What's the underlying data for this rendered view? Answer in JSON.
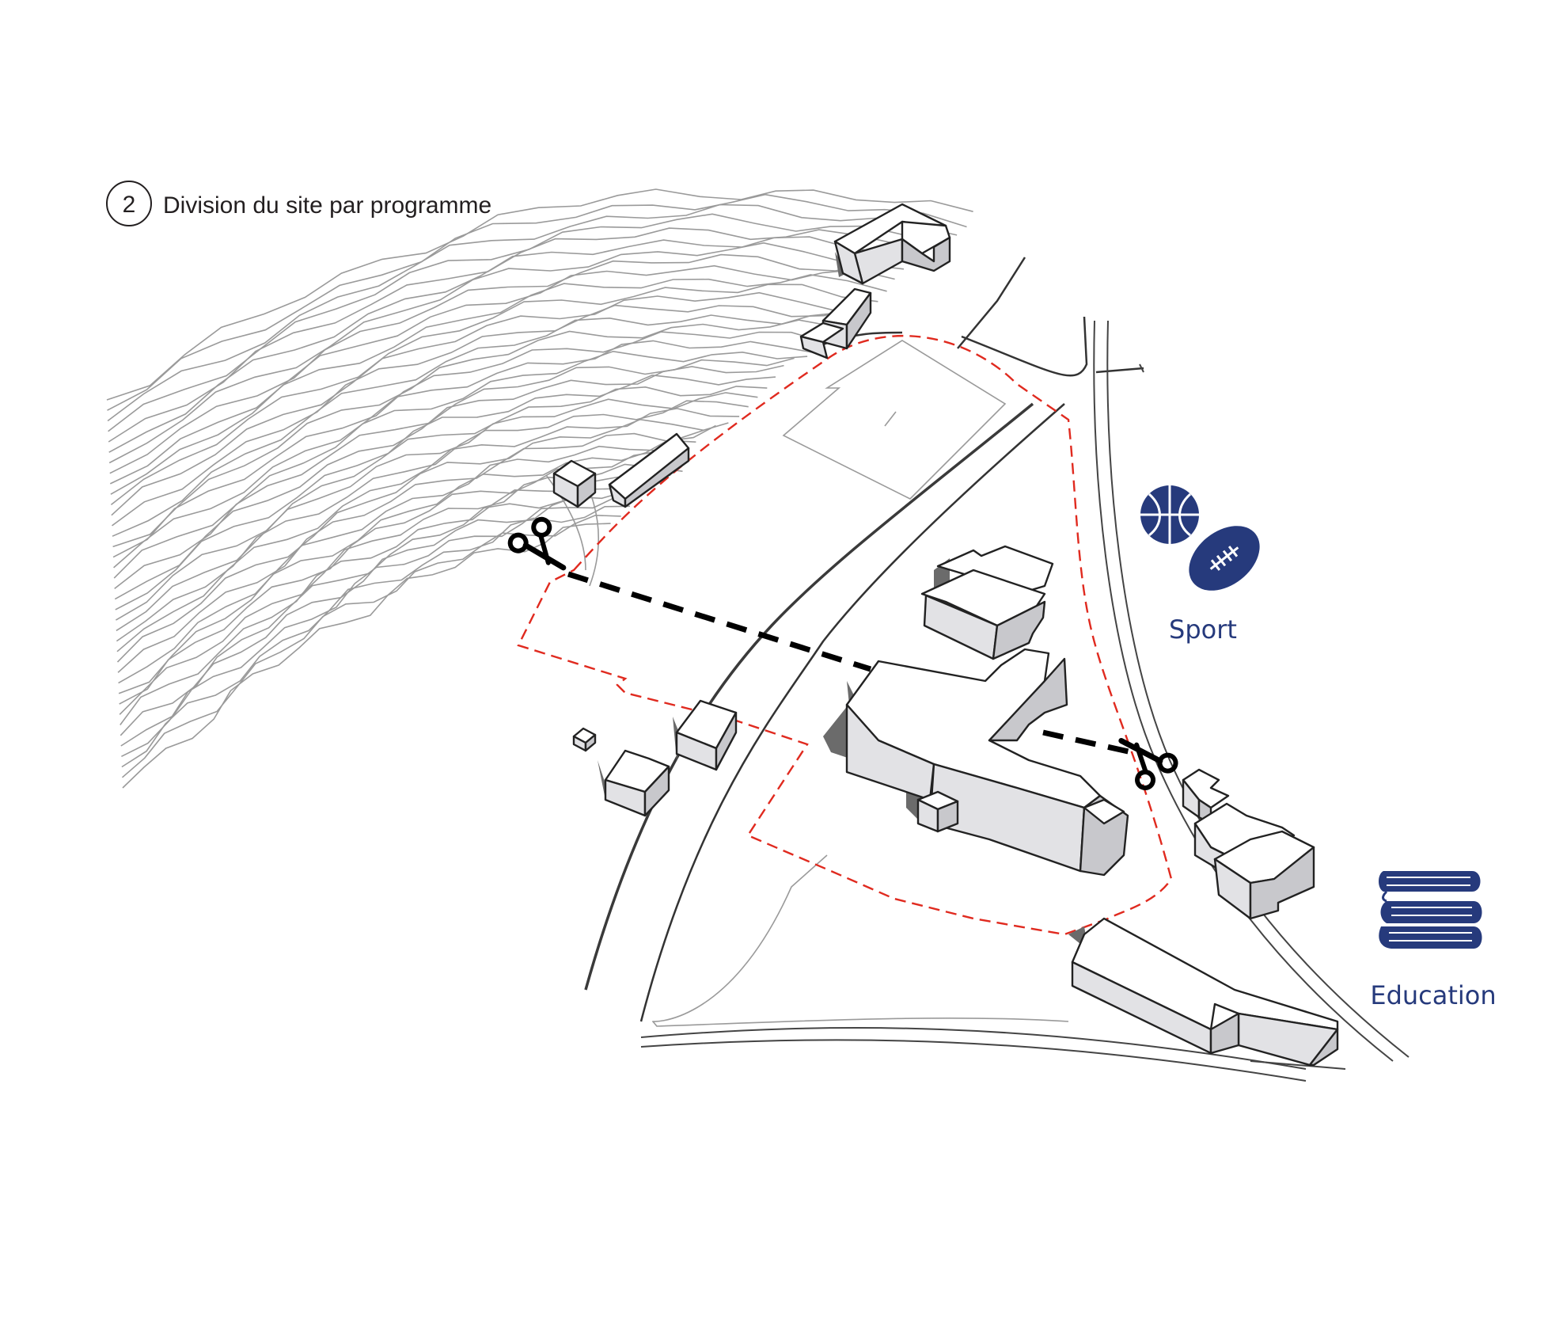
{
  "title": {
    "number": "2",
    "text": "Division du site par programme"
  },
  "programs": [
    {
      "label": "Sport",
      "icons": [
        "basketball-icon",
        "american-football-icon"
      ]
    },
    {
      "label": "Education",
      "icons": [
        "books-icon"
      ]
    }
  ],
  "colors": {
    "accent": "#263a7c",
    "site_boundary": "#e02a1f",
    "cut_line": "#000000",
    "contours": "#9a9a9a"
  },
  "icons": {
    "scissors": "scissors-icon",
    "circle_marker": "circle-number-icon"
  }
}
